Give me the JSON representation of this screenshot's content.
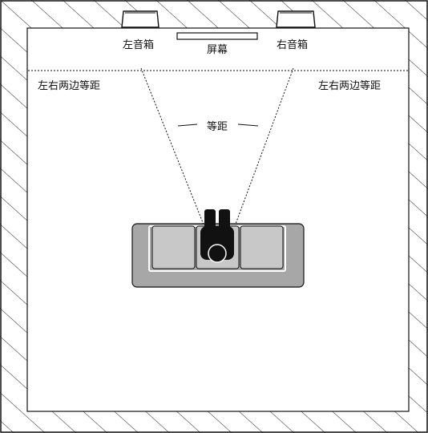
{
  "labels": {
    "left_speaker": "左音箱",
    "right_speaker": "右音箱",
    "screen": "屏幕",
    "side_left": "左右两边等距",
    "side_right": "左右两边等距",
    "equidistant": "等距"
  },
  "colors": {
    "line": "#111111",
    "sofa_fill": "#a7a7a7",
    "sofa_cushion": "#c8c8c8",
    "person": "#111111",
    "room_fill": "#ffffff",
    "hatch": "#222222"
  }
}
